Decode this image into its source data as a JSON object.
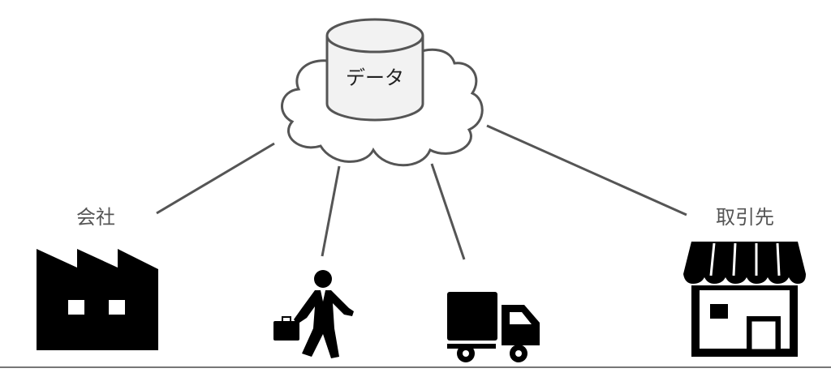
{
  "database": {
    "label": "データ"
  },
  "nodes": {
    "company": {
      "label": "会社",
      "icon": "factory-icon"
    },
    "employee": {
      "icon": "businessman-icon"
    },
    "delivery": {
      "icon": "truck-icon"
    },
    "partner": {
      "label": "取引先",
      "icon": "store-icon"
    }
  },
  "colors": {
    "stroke": "#555555",
    "cylinder_fill": "#f2f2f2",
    "icon": "#000000"
  }
}
